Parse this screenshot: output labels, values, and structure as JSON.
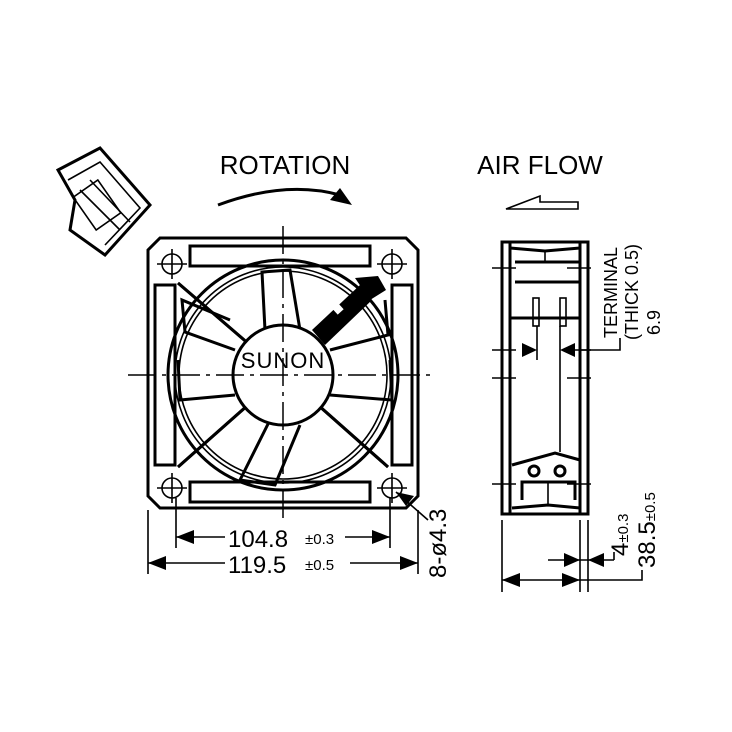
{
  "labels": {
    "rotation": "ROTATION",
    "air_flow": "AIR FLOW",
    "brand": "SUNON",
    "terminal": "TERMINAL",
    "thick": "(THICK 0.5)",
    "terminal_width": "6.9",
    "hole_spacing": "104.8",
    "hole_spacing_tol": "±0.3",
    "frame_size": "119.5",
    "frame_size_tol": "±0.5",
    "holes": "8-ø4.3",
    "flange": "4",
    "flange_tol": "±0.3",
    "depth": "38.5",
    "depth_tol": "±0.5"
  },
  "colors": {
    "ink": "#000000",
    "paper": "#ffffff"
  }
}
